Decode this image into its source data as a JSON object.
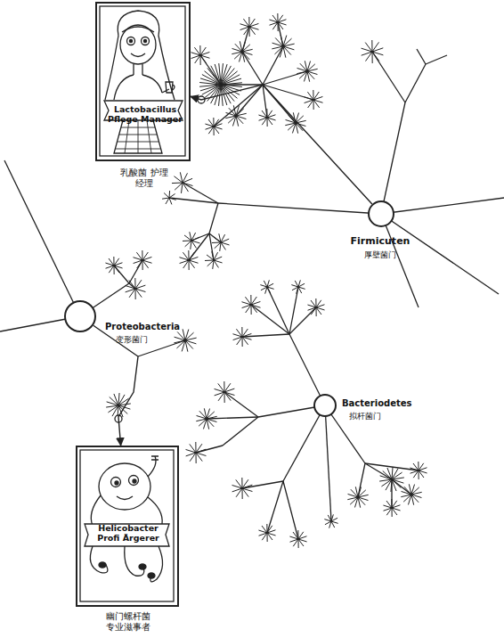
{
  "diagram": {
    "nodes": [
      {
        "text": [
          "Lactobacillus Pflege Manager",
          "乳酸菌 护理经理"
        ]
      },
      {
        "text": [
          "Firmicuten",
          "厚壁菌门"
        ]
      },
      {
        "text": [
          "Proteobacteria",
          "变形菌门"
        ]
      },
      {
        "text": [
          "Bacteriodetes",
          "拟杆菌门"
        ]
      },
      {
        "text": [
          "Helicobacter Profi Ärgerer",
          "幽门螺杆菌 专业滋事者"
        ]
      }
    ],
    "edges": [
      {
        "from": 1,
        "to": 0,
        "arrow": "to"
      },
      {
        "from": 2,
        "to": 4,
        "arrow": "to"
      }
    ]
  }
}
